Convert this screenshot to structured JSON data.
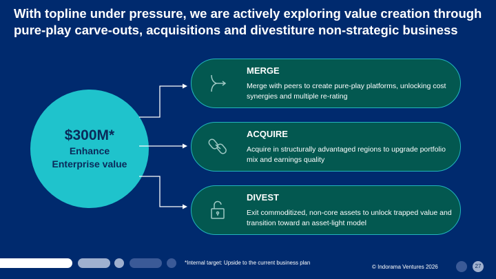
{
  "title": "With topline under pressure, we are actively exploring value creation through pure-play carve-outs, acquisitions and divestiture non-strategic business",
  "target": {
    "value": "$300M*",
    "line1": "Enhance",
    "line2": "Enterprise value"
  },
  "cards": [
    {
      "icon": "merge-icon",
      "heading": "MERGE",
      "text": "Merge with peers to create pure-play platforms, unlocking cost synergies and multiple re-rating"
    },
    {
      "icon": "link-icon",
      "heading": "ACQUIRE",
      "text": "Acquire in structurally advantaged regions to upgrade portfolio mix and earnings quality"
    },
    {
      "icon": "unlock-icon",
      "heading": "DIVEST",
      "text": "Exit commoditized, non-core assets to unlock trapped value and transition toward an asset-light model"
    }
  ],
  "footer": {
    "note": "*Internal target: Upside to the current business plan",
    "copyright": "© Indorama Ventures 2026",
    "page": "27"
  },
  "colors": {
    "background": "#002a6e",
    "accent": "#1fc3cc",
    "card": "#035850"
  }
}
